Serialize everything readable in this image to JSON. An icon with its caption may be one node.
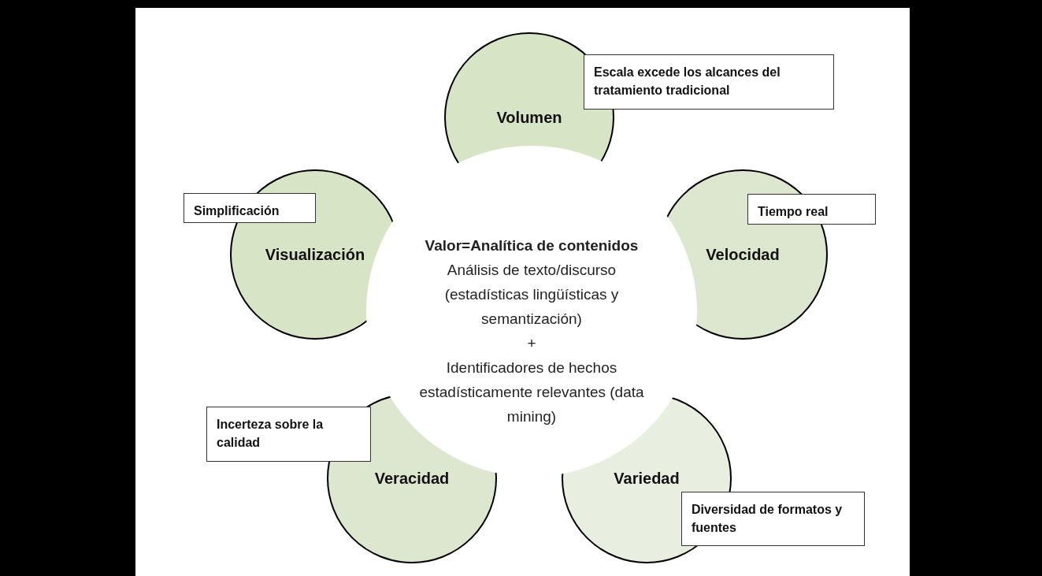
{
  "diagram": {
    "nodes": [
      {
        "text": [
          "Volumen"
        ]
      },
      {
        "text": [
          "Escala excede los alcances del tratamiento tradicional"
        ]
      },
      {
        "text": [
          "Visualización"
        ]
      },
      {
        "text": [
          "Simplificación"
        ]
      },
      {
        "text": [
          "Valor=Analítica de contenidos",
          "Análisis de texto/discurso (estadísticas lingüísticas y semantización)",
          "+",
          "Identificadores de hechos estadísticamente relevantes (data mining)"
        ]
      },
      {
        "text": [
          "Velocidad"
        ]
      },
      {
        "text": [
          "Tiempo real"
        ]
      },
      {
        "text": [
          "Incerteza  sobre la calidad"
        ]
      },
      {
        "text": [
          "Veracidad"
        ]
      },
      {
        "text": [
          "Variedad"
        ]
      },
      {
        "text": [
          "Diversidad de formatos y fuentes"
        ]
      }
    ],
    "edges": []
  }
}
